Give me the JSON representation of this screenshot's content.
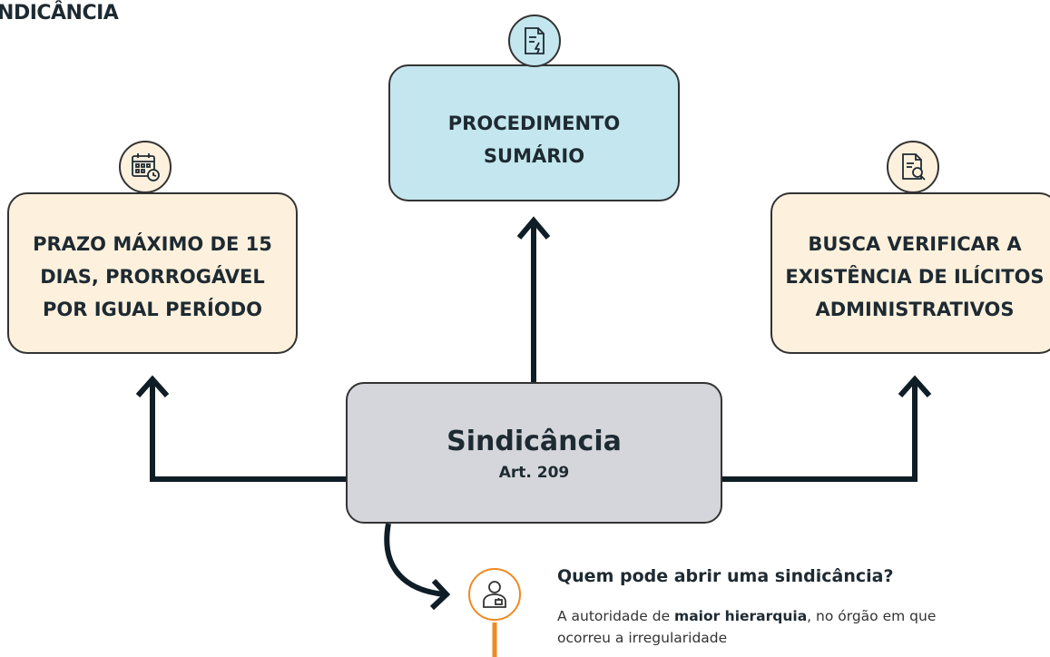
{
  "header": {
    "title": "SINDICÂNCIA"
  },
  "center": {
    "title": "Sindicância",
    "subtitle": "Art. 209"
  },
  "cards": {
    "top": {
      "text": "PROCEDIMENTO\nSUMÁRIO",
      "icon": "document-lightning-icon"
    },
    "left": {
      "text": "PRAZO MÁXIMO DE 15\nDIAS, PRORROGÁVEL\nPOR IGUAL PERÍODO",
      "icon": "calendar-clock-icon"
    },
    "right": {
      "text": "BUSCA VERIFICAR A\nEXISTÊNCIA DE ILÍCITOS\nADMINISTRATIVOS",
      "icon": "document-search-icon"
    }
  },
  "callout": {
    "question": "Quem pode abrir uma sindicância?",
    "answer_prefix": "A autoridade de ",
    "answer_bold": "maior hierarquia",
    "answer_suffix": ", no órgão em que ocorreu a irregularidade",
    "icon": "official-person-icon"
  },
  "colors": {
    "cream": "#fdf1dd",
    "light_blue": "#c4e6ee",
    "gray": "#d5d6db",
    "accent_orange": "#f08a24",
    "ink": "#1e2a32"
  }
}
